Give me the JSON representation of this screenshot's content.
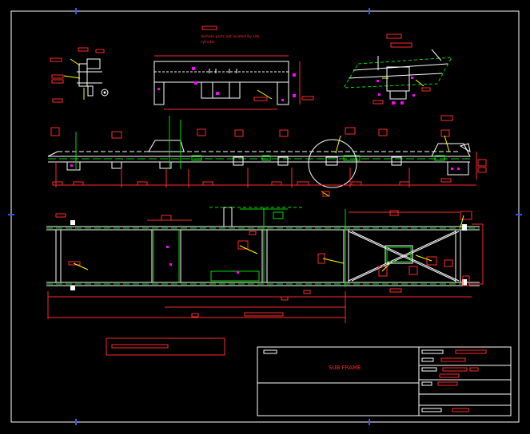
{
  "drawing": {
    "title": "SUB FRAME",
    "note_line_1": "derhole parts not located by site",
    "note_line_2": "cylinder"
  },
  "colors": {
    "background": "#000000",
    "border": "#ffffff",
    "frame": "#ffffff",
    "structure": "#ffffff",
    "weld": "#00dd00",
    "dimension": "#ff2a2a",
    "annotation": "#ff00ff",
    "leader": "#ffff00",
    "centermark": "#3355ff"
  }
}
